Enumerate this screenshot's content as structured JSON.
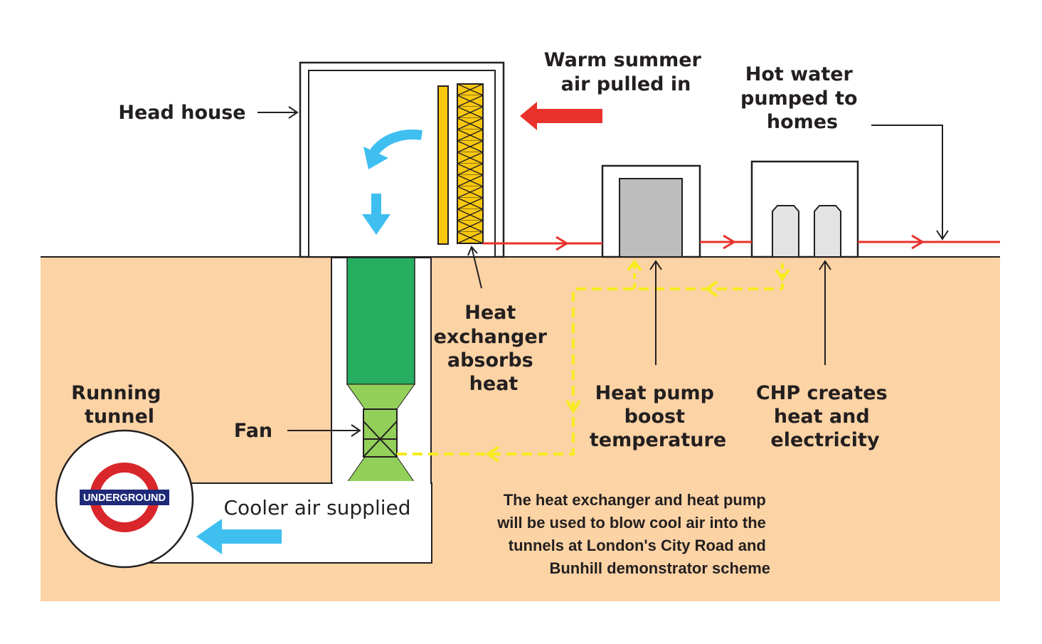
{
  "colors": {
    "ground": "#fcd3a5",
    "line": "#231f20",
    "red_flow": "#e8322b",
    "yellow_flow": "#f5ec1f",
    "blue_arrow": "#3fbff0",
    "fan_duct": "#27ae60",
    "fan_casing": "#93d05a",
    "exchanger_fill": "#f9c80e",
    "heat_pump_core": "#bdbdbd",
    "chp_unit": "#e3e3e3",
    "roundel_red": "#d8262b",
    "roundel_blue": "#1e2a78"
  },
  "labels": {
    "head_house": "Head house",
    "warm_air": [
      "Warm summer",
      "air pulled in"
    ],
    "hot_water": [
      "Hot water",
      "pumped to",
      "homes"
    ],
    "heat_exchanger": [
      "Heat",
      "exchanger",
      "absorbs",
      "heat"
    ],
    "running_tunnel": [
      "Running",
      "tunnel"
    ],
    "fan": "Fan",
    "heat_pump": [
      "Heat pump",
      "boost",
      "temperature"
    ],
    "chp": [
      "CHP creates",
      "heat and",
      "electricity"
    ],
    "cooler_air": "Cooler air supplied",
    "note": [
      "The heat exchanger and heat pump",
      "will be used to blow cool air into the",
      "tunnels at London's City Road and",
      "Bunhill demonstrator scheme"
    ],
    "logo_text": "UNDERGROUND"
  },
  "icons": {
    "roundel": "london-underground-roundel-icon",
    "fan": "fan-x-icon"
  }
}
